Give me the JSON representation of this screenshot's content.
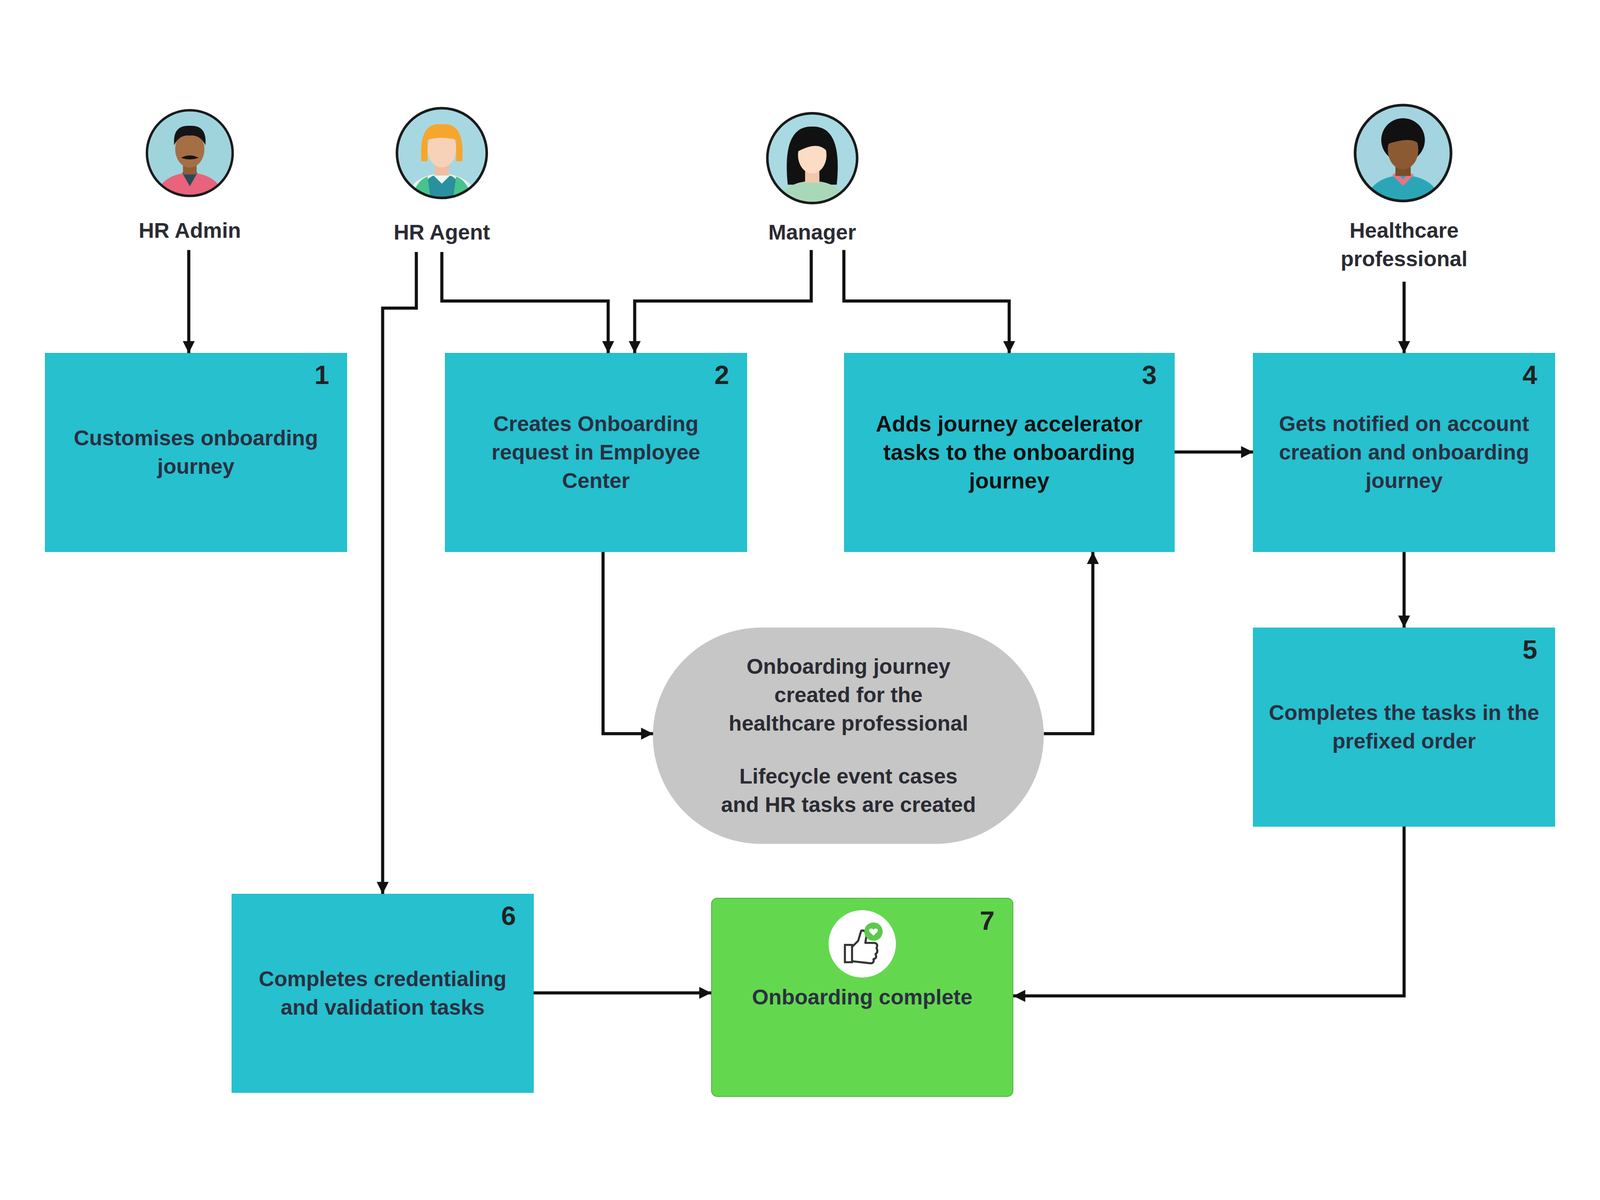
{
  "diagram": {
    "nodes": [
      {
        "text": [
          "HR Admin"
        ]
      },
      {
        "text": [
          "HR Agent"
        ]
      },
      {
        "text": [
          "Manager"
        ]
      },
      {
        "text": [
          "Healthcare professional"
        ]
      },
      {
        "text": [
          "1",
          "Customises onboarding journey"
        ]
      },
      {
        "text": [
          "2",
          "Creates Onboarding request in Employee Center"
        ]
      },
      {
        "text": [
          "3",
          "Adds journey accelerator tasks to the onboarding journey"
        ]
      },
      {
        "text": [
          "4",
          "Gets notified on account creation and onboarding journey"
        ]
      },
      {
        "text": [
          "Onboarding journey created for the healthcare professional",
          "Lifecycle event cases and HR tasks are created"
        ]
      },
      {
        "text": [
          "5",
          "Completes the tasks in the prefixed order"
        ]
      },
      {
        "text": [
          "6",
          "Completes credentialing and validation tasks"
        ]
      },
      {
        "text": [
          "7",
          "Onboarding complete"
        ]
      }
    ],
    "edges": [
      {
        "from": 0,
        "to": 4,
        "arrow": "to"
      },
      {
        "from": 1,
        "to": 5,
        "arrow": "to"
      },
      {
        "from": 2,
        "to": 5,
        "arrow": "to"
      },
      {
        "from": 2,
        "to": 6,
        "arrow": "to"
      },
      {
        "from": 1,
        "to": 10,
        "arrow": "to"
      },
      {
        "from": 5,
        "to": 8,
        "arrow": "to"
      },
      {
        "from": 8,
        "to": 6,
        "arrow": "to"
      },
      {
        "from": 6,
        "to": 7,
        "arrow": "to"
      },
      {
        "from": 3,
        "to": 7,
        "arrow": "to"
      },
      {
        "from": 7,
        "to": 9,
        "arrow": "to"
      },
      {
        "from": 9,
        "to": 11,
        "arrow": "to"
      },
      {
        "from": 10,
        "to": 11,
        "arrow": "to"
      }
    ]
  }
}
